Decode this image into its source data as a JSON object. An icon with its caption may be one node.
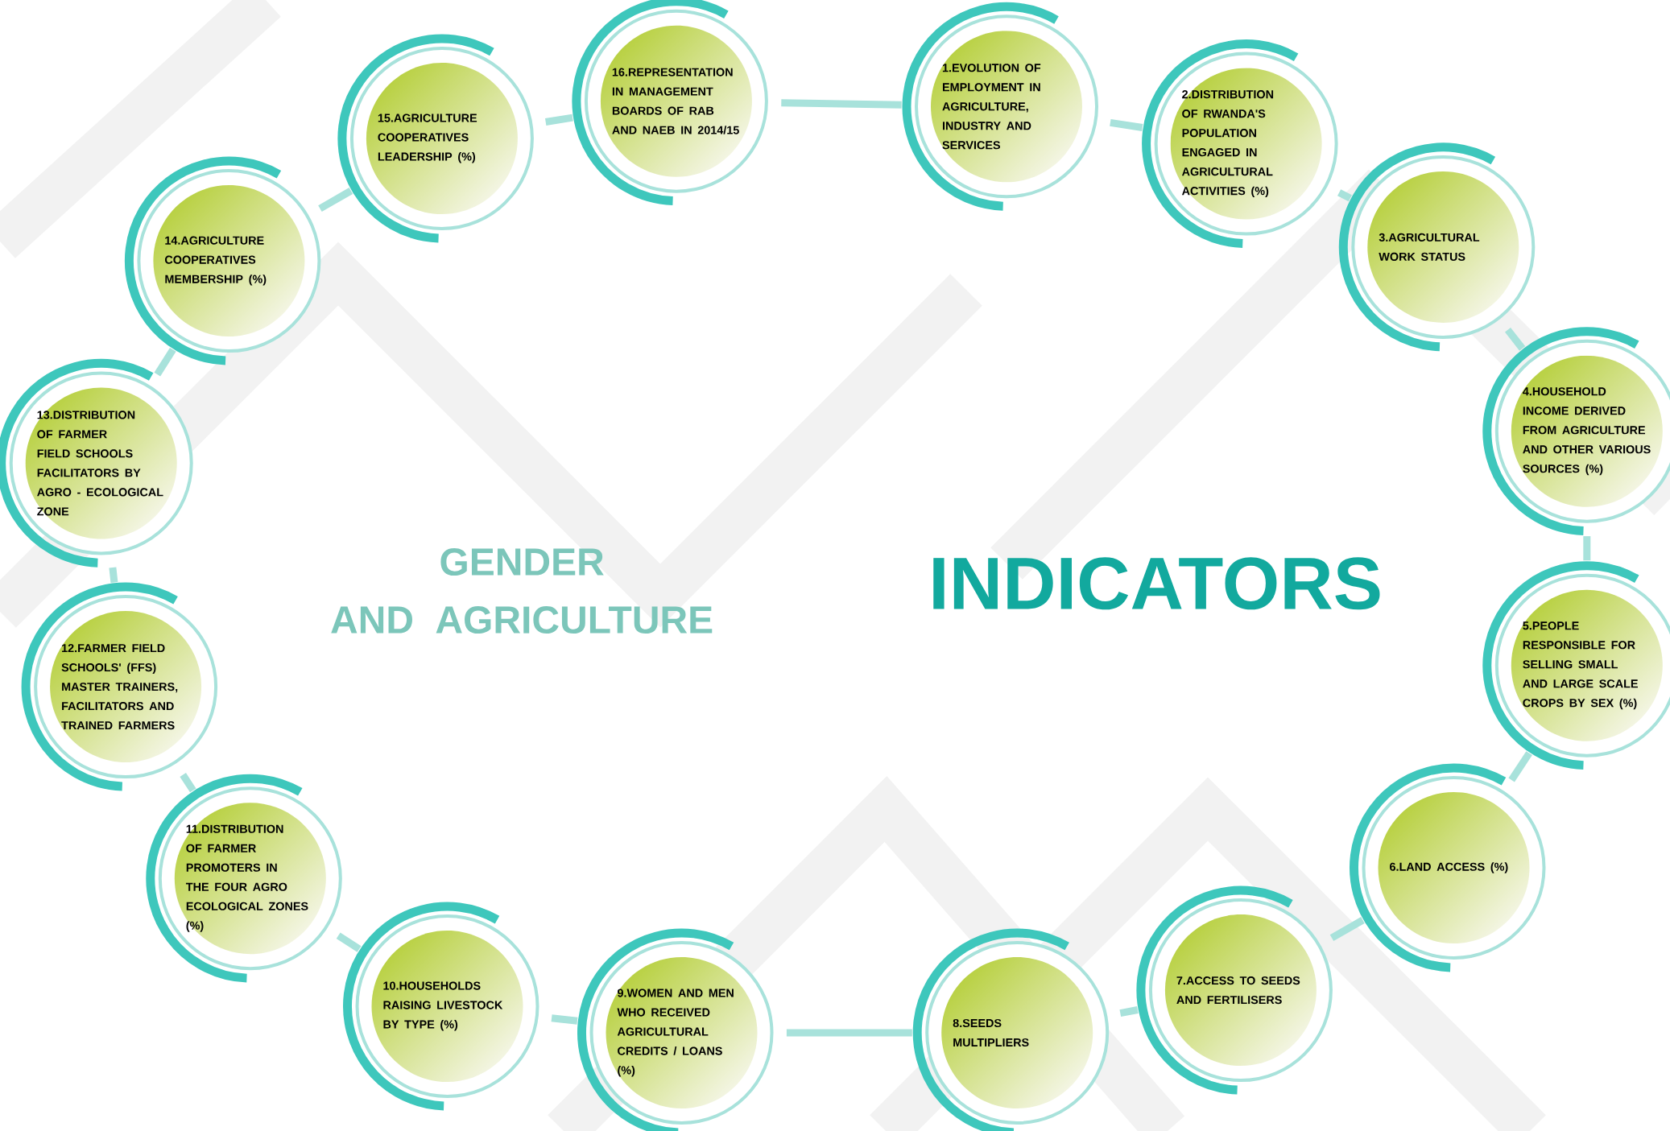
{
  "diagram": {
    "nodes": [
      {
        "text": [
          "1.EVOLUTION OF EMPLOYMENT IN AGRICULTURE, INDUSTRY AND SERVICES"
        ]
      },
      {
        "text": [
          "2.DISTRIBUTION OF RWANDA'S POPULATION ENGAGED IN AGRICULTURAL ACTIVITIES (%)"
        ]
      },
      {
        "text": [
          "3.AGRICULTURAL WORK STATUS"
        ]
      },
      {
        "text": [
          "4.HOUSEHOLD INCOME DERIVED FROM AGRICULTURE AND OTHER VARIOUS SOURCES (%)"
        ]
      },
      {
        "text": [
          "5.PEOPLE RESPONSIBLE FOR SELLING SMALL AND LARGE SCALE CROPS BY SEX (%)"
        ]
      },
      {
        "text": [
          "6.LAND ACCESS (%)"
        ]
      },
      {
        "text": [
          "7.ACCESS TO SEEDS AND FERTILISERS"
        ]
      },
      {
        "text": [
          "8.SEEDS MULTIPLIERS"
        ]
      },
      {
        "text": [
          "9.WOMEN AND MEN WHO RECEIVED AGRICULTURAL CREDITS / LOANS (%)"
        ]
      },
      {
        "text": [
          "10.HOUSEHOLDS RAISING LIVESTOCK BY TYPE (%)"
        ]
      },
      {
        "text": [
          "11.DISTRIBUTION OF FARMER PROMOTERS IN THE FOUR AGRO ECOLOGICAL ZONES (%)"
        ]
      },
      {
        "text": [
          "12.FARMER FIELD SCHOOLS' (FFS) MASTER TRAINERS, FACILITATORS AND TRAINED FARMERS"
        ]
      },
      {
        "text": [
          "13.DISTRIBUTION OF FARMER FIELD SCHOOLS FACILITATORS BY AGRO - ECOLOGICAL ZONE"
        ]
      },
      {
        "text": [
          "14.AGRICULTURE COOPERATIVES MEMBERSHIP (%)"
        ]
      },
      {
        "text": [
          "15.AGRICULTURE COOPERATIVES LEADERSHIP (%)"
        ]
      },
      {
        "text": [
          "16.REPRESENTATION IN MANAGEMENT BOARDS OF RAB AND NAEB IN 2014/15"
        ]
      }
    ],
    "edges": [
      {
        "from": 0,
        "to": 1,
        "arrow": "none"
      },
      {
        "from": 1,
        "to": 2,
        "arrow": "none"
      },
      {
        "from": 2,
        "to": 3,
        "arrow": "none"
      },
      {
        "from": 3,
        "to": 4,
        "arrow": "none"
      },
      {
        "from": 4,
        "to": 5,
        "arrow": "none"
      },
      {
        "from": 5,
        "to": 6,
        "arrow": "none"
      },
      {
        "from": 6,
        "to": 7,
        "arrow": "none"
      },
      {
        "from": 7,
        "to": 8,
        "arrow": "none"
      },
      {
        "from": 8,
        "to": 9,
        "arrow": "none"
      },
      {
        "from": 9,
        "to": 10,
        "arrow": "none"
      },
      {
        "from": 10,
        "to": 11,
        "arrow": "none"
      },
      {
        "from": 11,
        "to": 12,
        "arrow": "none"
      },
      {
        "from": 12,
        "to": 13,
        "arrow": "none"
      },
      {
        "from": 13,
        "to": 14,
        "arrow": "none"
      },
      {
        "from": 14,
        "to": 15,
        "arrow": "none"
      },
      {
        "from": 15,
        "to": 0,
        "arrow": "none"
      }
    ],
    "labels": [
      "GENDER AND AGRICULTURE",
      "INDICATORS"
    ]
  }
}
